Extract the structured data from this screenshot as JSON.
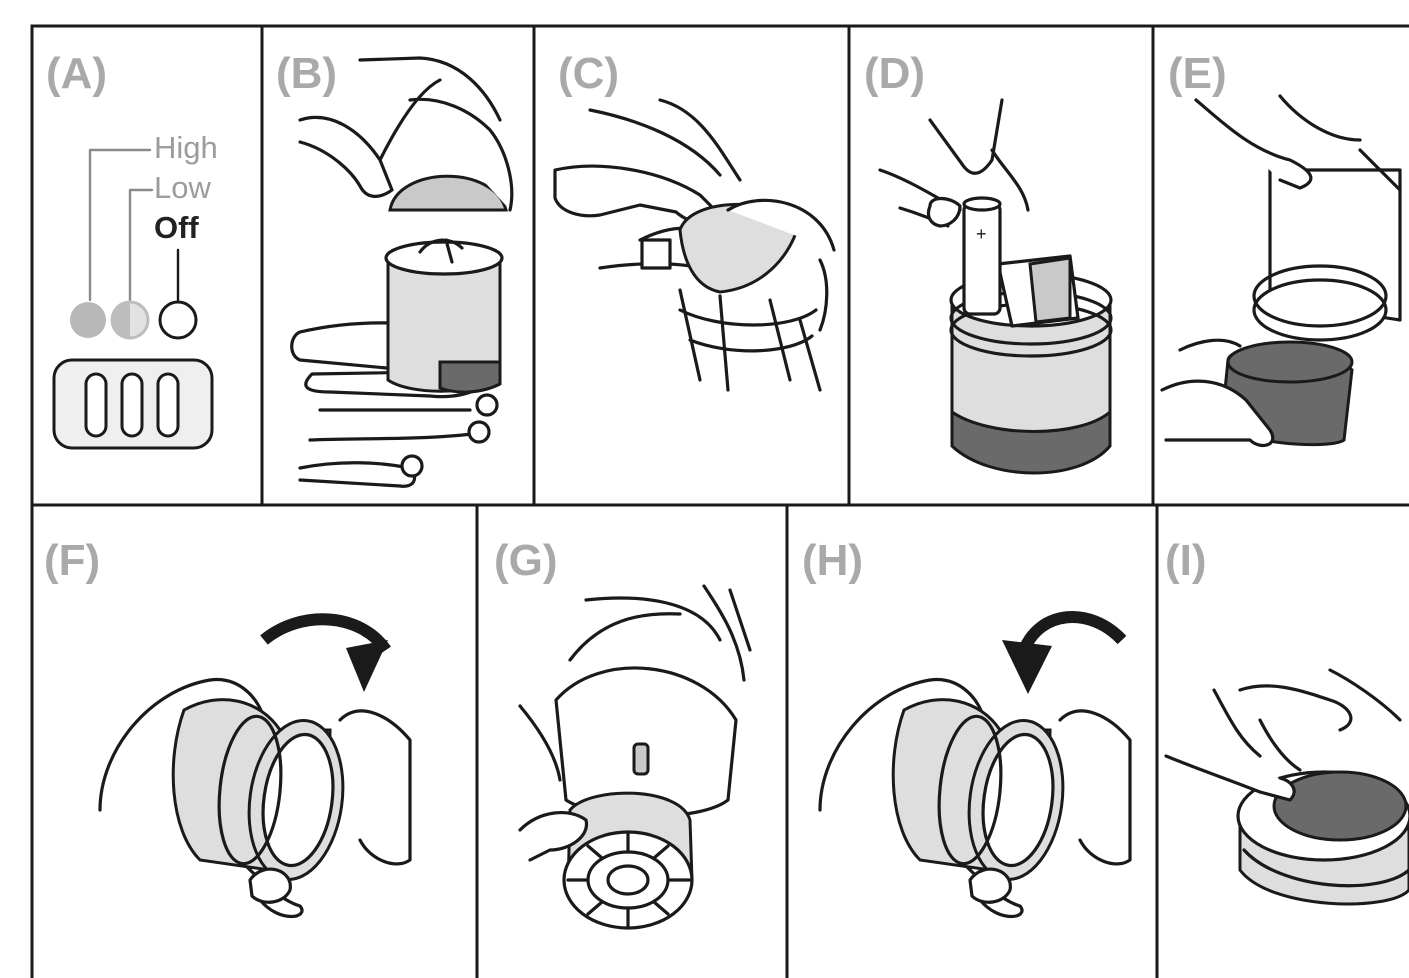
{
  "panels": [
    {
      "id": "a",
      "label": "(A)"
    },
    {
      "id": "b",
      "label": "(B)"
    },
    {
      "id": "c",
      "label": "(C)"
    },
    {
      "id": "d",
      "label": "(D)"
    },
    {
      "id": "e",
      "label": "(E)"
    },
    {
      "id": "f",
      "label": "(F)"
    },
    {
      "id": "g",
      "label": "(G)"
    },
    {
      "id": "h",
      "label": "(H)"
    },
    {
      "id": "i",
      "label": "(I)"
    }
  ],
  "settings_indicator": {
    "high": "High",
    "low": "Low",
    "off": "Off",
    "selected": "Off"
  },
  "colors": {
    "line": "#1a1a1a",
    "label_grey": "#a9a9a9",
    "fill_grey": "#c9c9c9",
    "fill_dark": "#6a6a6a"
  }
}
